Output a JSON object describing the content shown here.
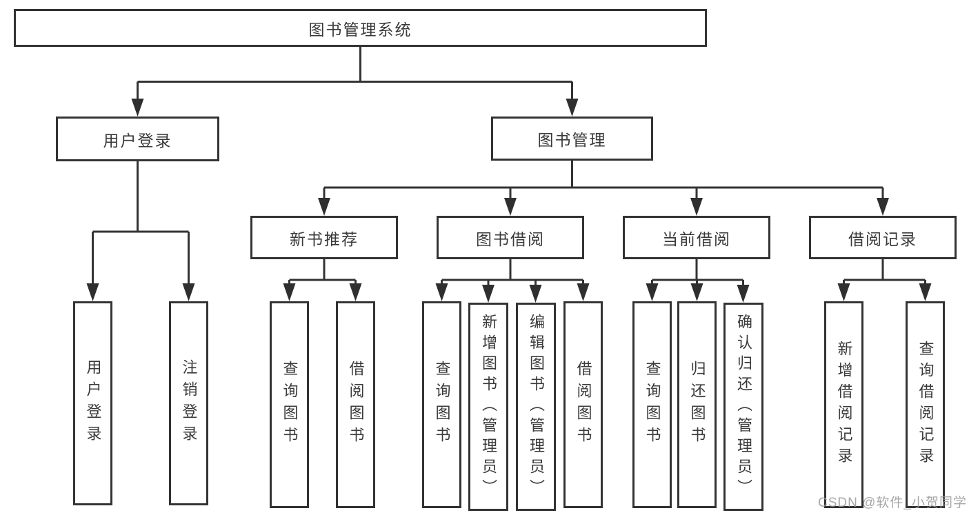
{
  "diagram": {
    "root": {
      "label": "图书管理系统"
    },
    "user_login": {
      "label": "用户登录",
      "children": [
        {
          "label": "用户登录"
        },
        {
          "label": "注销登录"
        }
      ]
    },
    "book_mgmt": {
      "label": "图书管理"
    },
    "new_book": {
      "label": "新书推荐",
      "children": [
        {
          "label": "查询图书"
        },
        {
          "label": "借阅图书"
        }
      ]
    },
    "book_borrow": {
      "label": "图书借阅",
      "children": [
        {
          "label": "查询图书"
        },
        {
          "label": "新增图书（管理员）"
        },
        {
          "label": "编辑图书（管理员）"
        },
        {
          "label": "借阅图书"
        }
      ]
    },
    "current_borrow": {
      "label": "当前借阅",
      "children": [
        {
          "label": "查询图书"
        },
        {
          "label": "归还图书"
        },
        {
          "label": "确认归还（管理员）"
        }
      ]
    },
    "borrow_record": {
      "label": "借阅记录",
      "children": [
        {
          "label": "新增借阅记录"
        },
        {
          "label": "查询借阅记录"
        }
      ]
    }
  },
  "watermark": "CSDN @软件_小贺同学",
  "colors": {
    "line": "#333333",
    "text": "#3a3a3a",
    "watermark": "#9b9b9b",
    "background": "#ffffff"
  }
}
